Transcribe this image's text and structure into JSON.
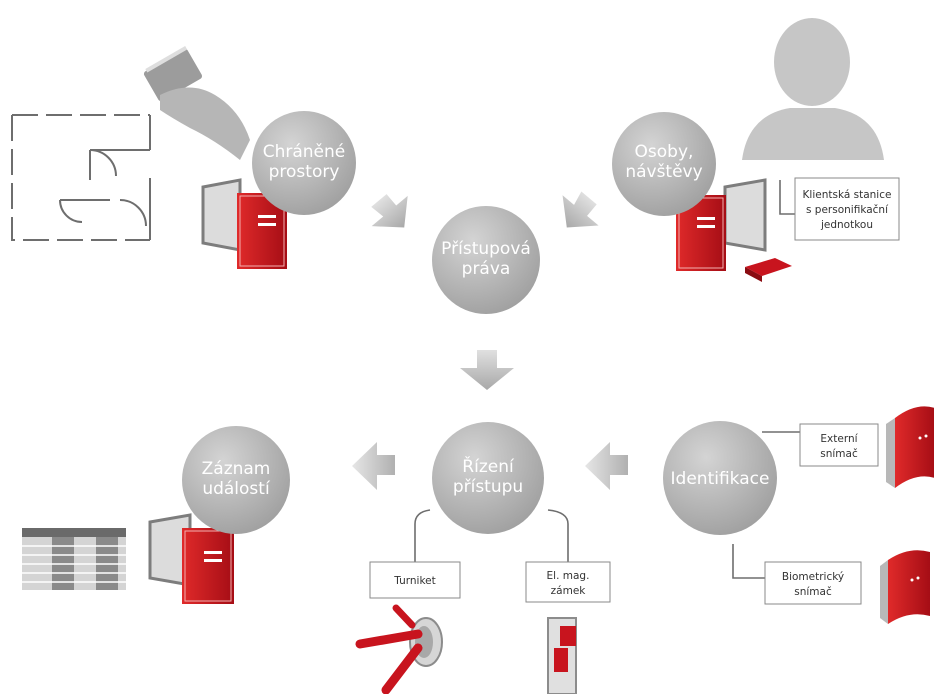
{
  "nodes": {
    "chranene_prostory": [
      "Chráněné",
      "prostory"
    ],
    "osoby_navstevy": [
      "Osoby,",
      "návštěvy"
    ],
    "pristupova_prava": [
      "Přístupová",
      "práva"
    ],
    "zaznam_udalosti": [
      "Záznam",
      "událostí"
    ],
    "rizeni_pristupu": [
      "Řízení",
      "přístupu"
    ],
    "identifikace": [
      "Identifikace"
    ]
  },
  "labels": {
    "klientska_stanice": [
      "Klientská stanice",
      "s personifikační",
      "jednotkou"
    ],
    "externi_snimac": [
      "Externí",
      "snímač"
    ],
    "biometricky_snimac": [
      "Biometrický",
      "snímač"
    ],
    "turniket": [
      "Turniket"
    ],
    "el_mag_zamek": [
      "El. mag.",
      "zámek"
    ]
  },
  "colors": {
    "node_fill": "#b4b4b4",
    "arrow": "#bcbcbc",
    "accent_red": "#c8141e",
    "monitor": "#8a8a8a"
  }
}
